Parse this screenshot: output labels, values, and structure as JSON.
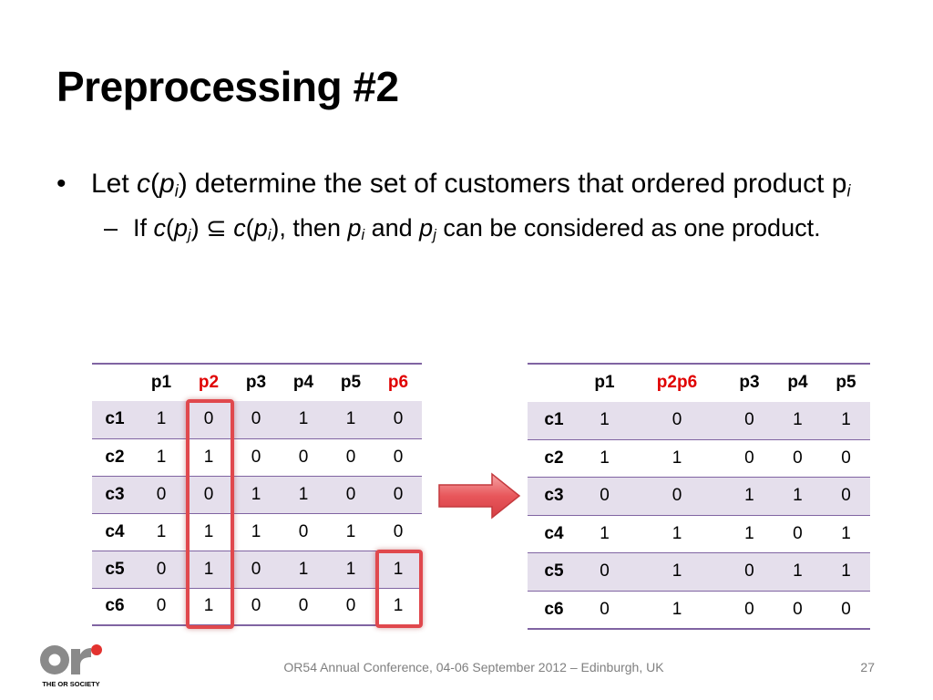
{
  "title": "Preprocessing #2",
  "bullet1": {
    "marker": "•",
    "t1": "Let ",
    "t2": "c",
    "t3": "(",
    "t4": "p",
    "t5": "i",
    "t6": ") determine the set of customers that ordered product p",
    "t7": "i"
  },
  "bullet2": {
    "marker": "–",
    "t1": "If ",
    "t2": "c",
    "t3": "(",
    "t4": "p",
    "t5": "j",
    "t6": ") ⊆ ",
    "t7": "c",
    "t8": "(",
    "t9": "p",
    "t10": "i",
    "t11": "), then ",
    "t12": "p",
    "t13": "i",
    "t14": " and ",
    "t15": "p",
    "t16": "j",
    "t17": " can be considered as one product."
  },
  "table_left": {
    "headers": [
      "",
      "p1",
      "p2",
      "p3",
      "p4",
      "p5",
      "p6"
    ],
    "rows": [
      [
        "c1",
        "1",
        "0",
        "0",
        "1",
        "1",
        "0"
      ],
      [
        "c2",
        "1",
        "1",
        "0",
        "0",
        "0",
        "0"
      ],
      [
        "c3",
        "0",
        "0",
        "1",
        "1",
        "0",
        "0"
      ],
      [
        "c4",
        "1",
        "1",
        "1",
        "0",
        "1",
        "0"
      ],
      [
        "c5",
        "0",
        "1",
        "0",
        "1",
        "1",
        "1"
      ],
      [
        "c6",
        "0",
        "1",
        "0",
        "0",
        "0",
        "1"
      ]
    ]
  },
  "table_right": {
    "headers": [
      "",
      "p1",
      "p2p6",
      "p3",
      "p4",
      "p5"
    ],
    "rows": [
      [
        "c1",
        "1",
        "0",
        "0",
        "1",
        "1"
      ],
      [
        "c2",
        "1",
        "1",
        "0",
        "0",
        "0"
      ],
      [
        "c3",
        "0",
        "0",
        "1",
        "1",
        "0"
      ],
      [
        "c4",
        "1",
        "1",
        "1",
        "0",
        "1"
      ],
      [
        "c5",
        "0",
        "1",
        "0",
        "1",
        "1"
      ],
      [
        "c6",
        "0",
        "1",
        "0",
        "0",
        "0"
      ]
    ]
  },
  "colors": {
    "accent": "#8064a2",
    "band": "#e5dfec",
    "highlight": "#e0484d",
    "red_text": "#e00000",
    "arrow": "#e8575b"
  },
  "logo": {
    "text": "THE OR SOCIETY",
    "icon": "or-society-logo"
  },
  "footer": "OR54 Annual Conference, 04-06 September 2012 – Edinburgh, UK",
  "page_number": "27"
}
